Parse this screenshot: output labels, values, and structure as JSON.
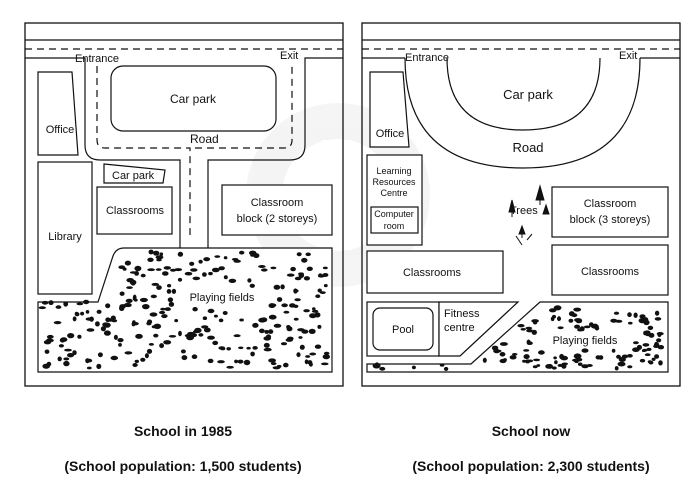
{
  "left_map": {
    "entrance": "Entrance",
    "exit": "Exit",
    "car_park_main": "Car park",
    "road": "Road",
    "office": "Office",
    "car_park_small": "Car park",
    "classrooms": "Classrooms",
    "classroom_block_line1": "Classroom",
    "classroom_block_line2": "block (2 storeys)",
    "library": "Library",
    "playing_fields": "Playing fields"
  },
  "right_map": {
    "entrance": "Entrance",
    "exit": "Exit",
    "car_park": "Car park",
    "road": "Road",
    "office": "Office",
    "lrc_line1": "Learning",
    "lrc_line2": "Resources",
    "lrc_line3": "Centre",
    "computer_line1": "Computer",
    "computer_line2": "room",
    "trees": "Trees",
    "classroom_block_line1": "Classroom",
    "classroom_block_line2": "block (3 storeys)",
    "classrooms_left": "Classrooms",
    "classrooms_right": "Classrooms",
    "pool": "Pool",
    "fitness_line1": "Fitness",
    "fitness_line2": "centre",
    "playing_fields": "Playing fields"
  },
  "captions": {
    "left_title": "School in 1985",
    "left_population": "(School population: 1,500 students)",
    "right_title": "School now",
    "right_population": "(School population: 2,300 students)"
  }
}
